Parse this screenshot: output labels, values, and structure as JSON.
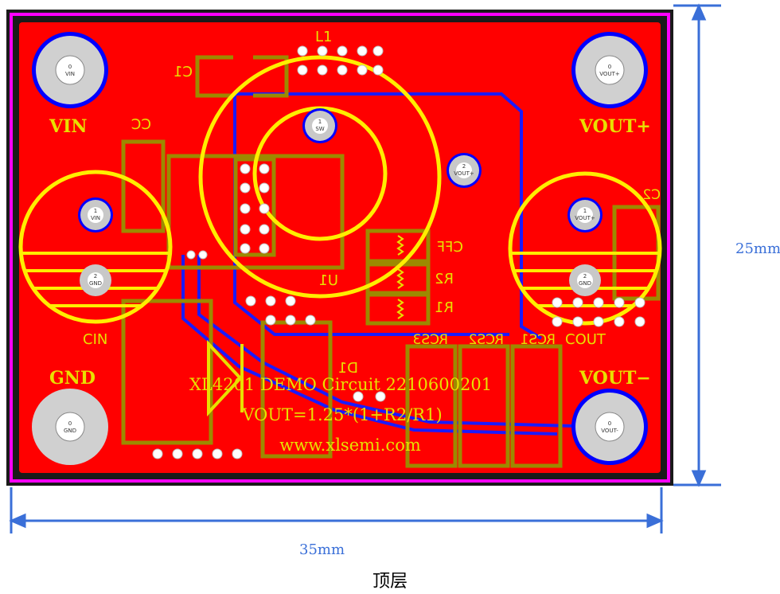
{
  "board": {
    "title": "XL4201 DEMO Circuit 2210600201",
    "formula": "VOUT=1.25*(1+R2/R1)",
    "website": "www.xlsemi.com"
  },
  "labels": {
    "vin": "VIN",
    "vout_plus": "VOUT+",
    "gnd": "GND",
    "vout_minus": "VOUT−",
    "cin": "CIN",
    "cout": "COUT",
    "cc": "CC",
    "c1": "C1",
    "l1": "L1",
    "u1": "U1",
    "d1": "D1",
    "cff": "CFF",
    "r2": "R2",
    "r1": "R1",
    "rcs3": "RCS3",
    "rcs2": "RCS2",
    "rcs1": "RCS1",
    "c2": "C2"
  },
  "pads": {
    "vin_terminal": {
      "num": "0",
      "net": "VIN"
    },
    "vout_plus_terminal": {
      "num": "0",
      "net": "VOUT+"
    },
    "gnd_terminal": {
      "num": "0",
      "net": "GND"
    },
    "vout_minus_terminal": {
      "num": "0",
      "net": "VOUT-"
    },
    "sw": {
      "num": "1",
      "net": "SW"
    },
    "l1_pin2": {
      "num": "2",
      "net": "VOUT+"
    },
    "cin_pin1": {
      "num": "1",
      "net": "VIN"
    },
    "cin_pin2": {
      "num": "2",
      "net": "GND"
    },
    "cout_pin1": {
      "num": "1",
      "net": "VOUT+"
    },
    "cout_pin2": {
      "num": "2",
      "net": "GND"
    }
  },
  "dimensions": {
    "width": "35mm",
    "height": "25mm"
  },
  "caption": "顶层",
  "colors": {
    "copper": "#ff0000",
    "silkscreen": "#e8e000",
    "outline": "#ff00ff",
    "dimension": "#3a6fd8",
    "trace": "#1a1aff"
  }
}
